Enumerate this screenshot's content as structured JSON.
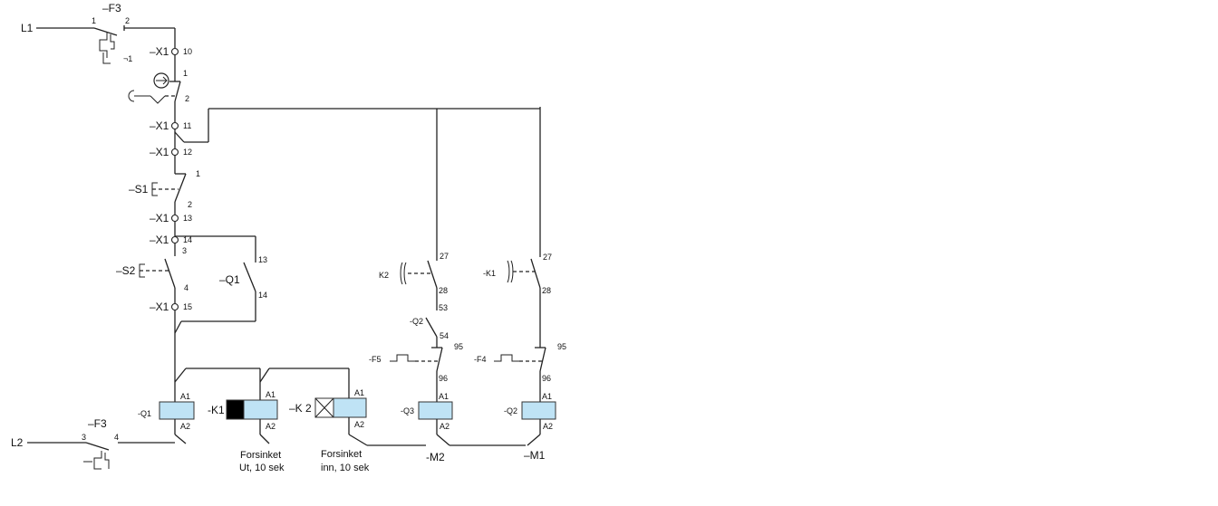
{
  "lines": {
    "l1": "L1",
    "l2": "L2"
  },
  "f3_top": {
    "tag": "–F3",
    "t1": "1",
    "t2": "2",
    "note": "¬1"
  },
  "f3_bottom": {
    "tag": "–F3",
    "t3": "3",
    "t4": "4"
  },
  "x1": {
    "t10": "–X1",
    "n10": "10",
    "t11": "–X1",
    "n11": "11",
    "t12": "–X1",
    "n12": "12",
    "t13": "–X1",
    "n13": "13",
    "t14": "–X1",
    "n14": "14",
    "t15": "–X1",
    "n15": "15"
  },
  "emergency_switch": {
    "t1": "1",
    "t2": "2"
  },
  "s1": {
    "tag": "–S1",
    "t1": "1",
    "t2": "2"
  },
  "s2": {
    "tag": "–S2",
    "t3": "3",
    "t4": "4"
  },
  "q1_contact": {
    "tag": "–Q1",
    "t13": "13",
    "t14": "14"
  },
  "k2_contact": {
    "tag": "K2",
    "t27": "27",
    "t28": "28"
  },
  "k1_contact": {
    "tag": "-K1",
    "t27": "27",
    "t28": "28"
  },
  "q2_contact": {
    "tag": "-Q2",
    "t53": "53",
    "t54": "54"
  },
  "f5": {
    "tag": "-F5",
    "t95": "95",
    "t96": "96"
  },
  "f4": {
    "tag": "-F4",
    "t95": "95",
    "t96": "96"
  },
  "coils": {
    "q1": {
      "tag": "-Q1",
      "a1": "A1",
      "a2": "A2"
    },
    "k1": {
      "tag": "-K1",
      "a1": "A1",
      "a2": "A2"
    },
    "k2": {
      "tag": "–K 2",
      "a1": "A1",
      "a2": "A2"
    },
    "q3": {
      "tag": "-Q3",
      "a1": "A1",
      "a2": "A2"
    },
    "q2": {
      "tag": "-Q2",
      "a1": "A1",
      "a2": "A2"
    }
  },
  "notes": {
    "k1_line1": "Forsinket",
    "k1_line2": "Ut, 10 sek",
    "k2_line1": "Forsinket",
    "k2_line2": "inn, 10 sek"
  },
  "motors": {
    "m2": "-M2",
    "m1": "–M1"
  }
}
